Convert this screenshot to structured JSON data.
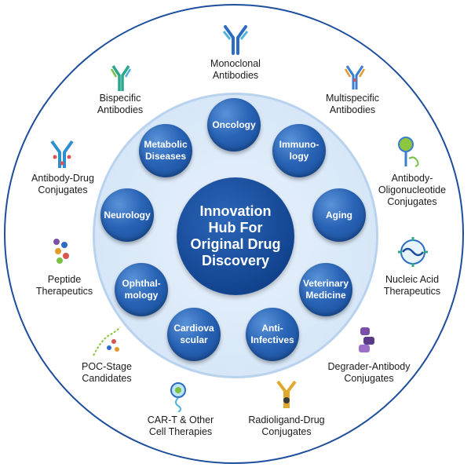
{
  "center": {
    "label": "Innovation\nHub For\nOriginal Drug\nDiscovery"
  },
  "areas": [
    {
      "id": "oncology",
      "label": "Oncology"
    },
    {
      "id": "immunology",
      "label": "Immuno-\nlogy"
    },
    {
      "id": "aging",
      "label": "Aging"
    },
    {
      "id": "veterinary",
      "label": "Veterinary\nMedicine"
    },
    {
      "id": "anti-infectives",
      "label": "Anti-\nInfectives"
    },
    {
      "id": "cardiovascular",
      "label": "Cardiova\nscular"
    },
    {
      "id": "ophthalmology",
      "label": "Ophthal-\nmology"
    },
    {
      "id": "neurology",
      "label": "Neurology"
    },
    {
      "id": "metabolic",
      "label": "Metabolic\nDiseases"
    }
  ],
  "modalities": [
    {
      "id": "monoclonal",
      "label": "Monoclonal\nAntibodies",
      "icon": "monoclonal-antibody-icon"
    },
    {
      "id": "multispecific",
      "label": "Multispecific\nAntibodies",
      "icon": "multispecific-antibody-icon"
    },
    {
      "id": "aoc",
      "label": "Antibody-\nOligonucleotide\nConjugates",
      "icon": "antibody-oligonucleotide-icon"
    },
    {
      "id": "nucleic",
      "label": "Nucleic Acid\nTherapeutics",
      "icon": "nucleic-acid-icon"
    },
    {
      "id": "dac",
      "label": "Degrader-Antibody\nConjugates",
      "icon": "degrader-antibody-icon"
    },
    {
      "id": "rdc",
      "label": "Radioligand-Drug\nConjugates",
      "icon": "radioligand-drug-icon"
    },
    {
      "id": "cart",
      "label": "CAR-T & Other\nCell Therapies",
      "icon": "car-t-cell-icon"
    },
    {
      "id": "poc",
      "label": "POC-Stage\nCandidates",
      "icon": "poc-candidates-icon"
    },
    {
      "id": "peptide",
      "label": "Peptide\nTherapeutics",
      "icon": "peptide-icon"
    },
    {
      "id": "adc",
      "label": "Antibody-Drug\nConjugates",
      "icon": "antibody-drug-conjugate-icon"
    },
    {
      "id": "bispecific",
      "label": "Bispecific\nAntibodies",
      "icon": "bispecific-antibody-icon"
    }
  ],
  "colors": {
    "primary": "#124490",
    "ring": "#1d4e9c",
    "inner": "#d7e7f7"
  }
}
